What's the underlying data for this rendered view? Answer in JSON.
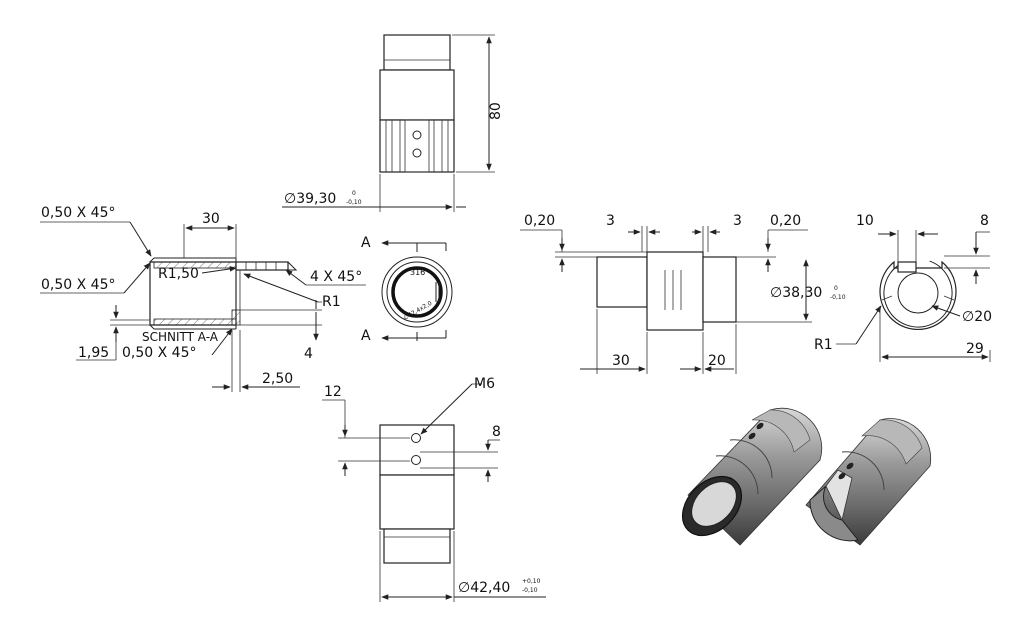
{
  "top_view": {
    "height_dim": "80",
    "diameter_dim": "∅39,30",
    "tol_upper": "0",
    "tol_lower": "-0,10"
  },
  "section_view": {
    "chamfer_top": "0,50 X 45°",
    "chamfer_left": "0,50 X 45°",
    "chamfer_bottom": "0,50 X 45°",
    "width_dim": "30",
    "radius_label": "R1,50",
    "chamfer_right": "4 X 45°",
    "radius_r1": "R1",
    "thickness_dim": "1,95",
    "section_label": "SCHNITT A-A",
    "offset_dim": "2,50",
    "depth_dim": "4"
  },
  "end_view": {
    "section_marker_top": "A",
    "section_marker_bottom": "A",
    "stamp_number": "316",
    "stamp_size": "∅42,4x2,0"
  },
  "side_view": {
    "gap_left": "0,20",
    "gap_right": "0,20",
    "step_left": "3",
    "step_right": "3",
    "diameter_dim": "∅38,30",
    "tol_upper": "0",
    "tol_lower": "-0,10",
    "length_left": "30",
    "length_right": "20"
  },
  "ring_view": {
    "slot_width": "10",
    "slot_depth": "8",
    "bore_dim": "∅20",
    "radius_label": "R1",
    "width_dim": "29"
  },
  "bottom_view": {
    "hole_offset": "12",
    "thread_label": "M6",
    "hole_spacing": "8",
    "diameter_dim": "∅42,40",
    "tol_upper": "+0,10",
    "tol_lower": "-0,10"
  }
}
